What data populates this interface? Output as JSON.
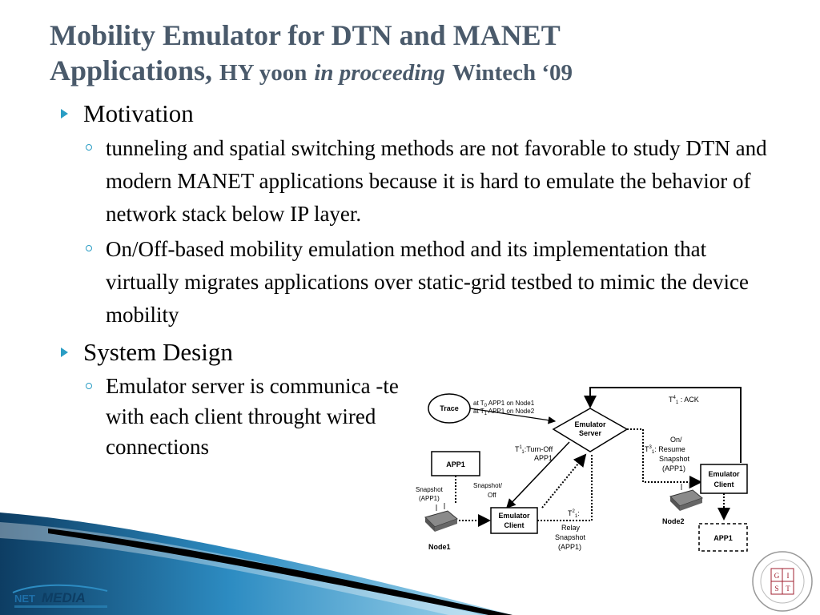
{
  "slide": {
    "title_line1": "Mobility Emulator for DTN and MANET",
    "title_line2_main": "Applications,",
    "title_line2_author": "HY yoon",
    "title_line2_italic": "in proceeding",
    "title_line2_venue": "Wintech ‘09"
  },
  "bullets": {
    "motivation": "Motivation",
    "motivation_items": [
      "tunneling and spatial switching methods are not favorable to study DTN and modern MANET applications because it is hard to emulate the behavior of network stack below IP layer.",
      "On/Off-based mobility emulation method and its implementation that virtually migrates applications over static-grid testbed to mimic the device mobility"
    ],
    "system_design": "System Design",
    "system_items": [
      "Emulator server is communica -te with each client throught wired connections"
    ]
  },
  "diagram": {
    "trace": "Trace",
    "trace_note_1": "at T",
    "trace_note_1_sub": "0",
    "trace_note_1_rest": " APP1 on Node1",
    "trace_note_2": "at T",
    "trace_note_2_sub": "1",
    "trace_note_2_rest": " APP1 on Node2",
    "server_line1": "Emulator",
    "server_line2": "Server",
    "ack": "T",
    "ack_sup": "4",
    "ack_sub": "1",
    "ack_rest": " : ACK",
    "turnoff_t": "T",
    "turnoff_sup": "1",
    "turnoff_sub": "1",
    "turnoff_line1": ":Turn-Off",
    "turnoff_line2": "APP1",
    "resume_line0": "On/",
    "resume_t": "T",
    "resume_sup": "3",
    "resume_sub": "1",
    "resume_line1": ": Resume",
    "resume_line2": "Snapshot",
    "resume_line3": "(APP1)",
    "app1_left": "APP1",
    "snap_left_1": "Snapshot",
    "snap_left_2": "(APP1)",
    "snapoff_1": "Snapshot/",
    "snapoff_2": "Off",
    "client_left_1": "Emulator",
    "client_left_2": "Client",
    "relay_t": "T",
    "relay_sup": "2",
    "relay_sub": "1",
    "relay_line0": ":",
    "relay_line1": "Relay",
    "relay_line2": "Snapshot",
    "relay_line3": "(APP1)",
    "node1": "Node1",
    "client_right_1": "Emulator",
    "client_right_2": "Client",
    "node2": "Node2",
    "app1_right": "APP1"
  },
  "branding": {
    "net": "NET",
    "media": "MEDIA",
    "seal_letters": [
      "G",
      "I",
      "S",
      "T"
    ]
  },
  "colors": {
    "title": "#4a5a6b",
    "bullet_accent": "#2a9dc4",
    "swoosh_dark": "#0d3d63",
    "swoosh_light": "#69b9dc"
  }
}
